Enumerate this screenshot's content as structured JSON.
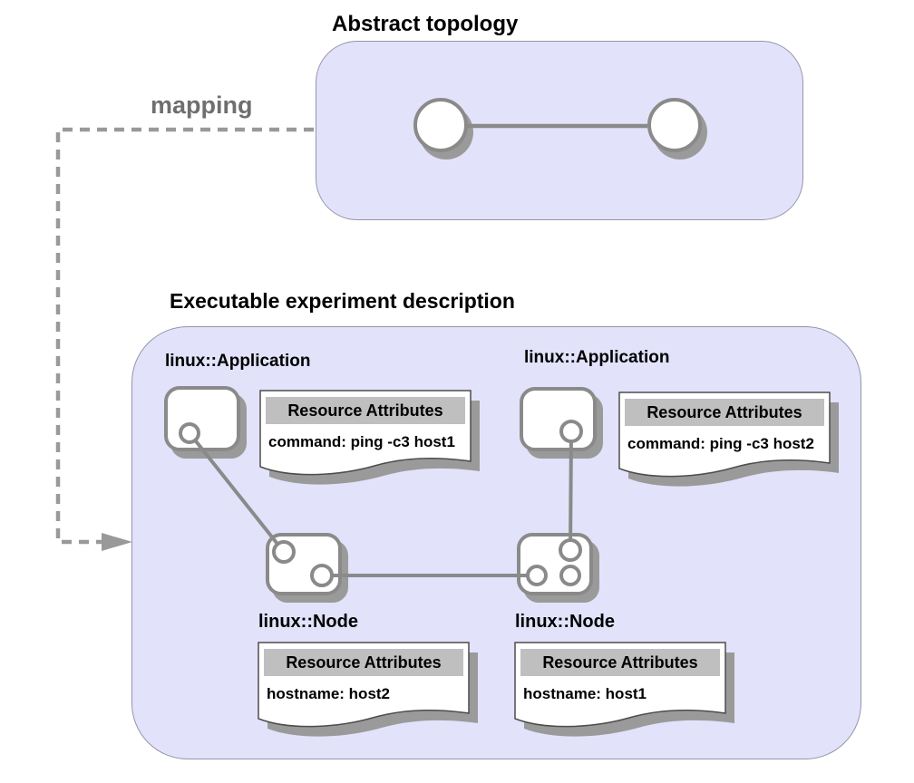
{
  "diagram": {
    "abstract": {
      "title": "Abstract topology"
    },
    "mapping_label": "mapping",
    "executable": {
      "title": "Executable experiment description"
    },
    "applications": [
      {
        "label": "linux::Application",
        "attributes": {
          "title": "Resource Attributes",
          "value": "command: ping -c3 host1"
        }
      },
      {
        "label": "linux::Application",
        "attributes": {
          "title": "Resource Attributes",
          "value": "command: ping -c3 host2"
        }
      }
    ],
    "nodes": [
      {
        "label": "linux::Node",
        "attributes": {
          "title": "Resource Attributes",
          "value": "hostname: host2"
        }
      },
      {
        "label": "linux::Node",
        "attributes": {
          "title": "Resource Attributes",
          "value": "hostname: host1"
        }
      }
    ],
    "colors": {
      "container_fill": "#e2e2fa",
      "container_border": "#9494ac",
      "shape_stroke": "#8a8a8a",
      "shadow": "#9a9a9a",
      "note_header": "#bfbfbf",
      "mapping_text": "#6f6f6f"
    }
  }
}
